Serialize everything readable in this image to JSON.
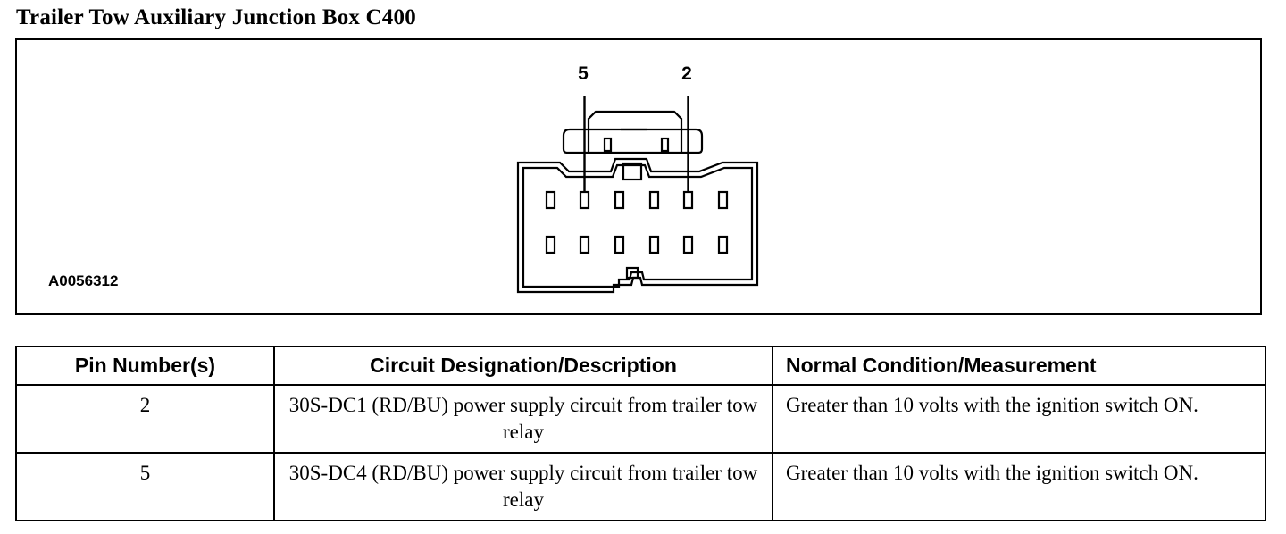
{
  "title": "Trailer Tow Auxiliary Junction Box C400",
  "diagram": {
    "figure_id": "A0056312",
    "pin_callouts": [
      "5",
      "2"
    ]
  },
  "table": {
    "headers": [
      "Pin Number(s)",
      "Circuit Designation/Description",
      "Normal Condition/Measurement"
    ],
    "rows": [
      {
        "pin": "2",
        "circuit": "30S-DC1 (RD/BU) power supply circuit from trailer tow relay",
        "condition": "Greater than 10 volts with the ignition switch ON."
      },
      {
        "pin": "5",
        "circuit": "30S-DC4 (RD/BU) power supply circuit from trailer tow relay",
        "condition": "Greater than 10 volts with the ignition switch ON."
      }
    ]
  }
}
